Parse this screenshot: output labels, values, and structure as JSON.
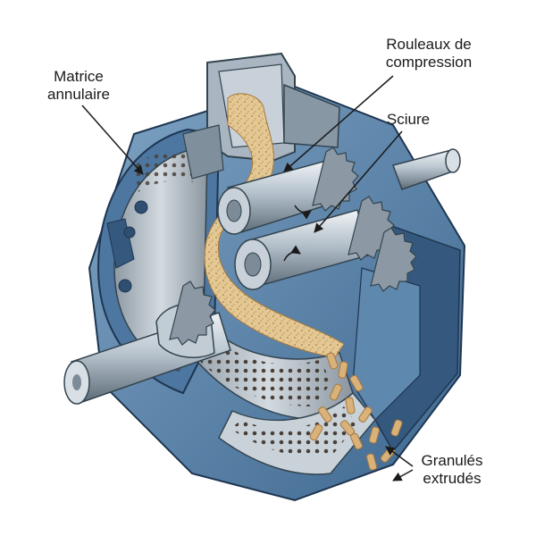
{
  "labels": {
    "matrice": {
      "line1": "Matrice",
      "line2": "annulaire"
    },
    "rouleaux": {
      "line1": "Rouleaux de",
      "line2": "compression"
    },
    "sciure": "Sciure",
    "granules": {
      "line1": "Granulés",
      "line2": "extrudés"
    }
  },
  "colors": {
    "housing": "#5b86ad",
    "housing_dark": "#2e4f72",
    "steel": "#b9c5cf",
    "steel_dark": "#6f7f8c",
    "sawdust": "#e2c48e",
    "pellet": "#d9b27a",
    "pellet_dark": "#a7773e",
    "line": "#1a1a1a"
  }
}
